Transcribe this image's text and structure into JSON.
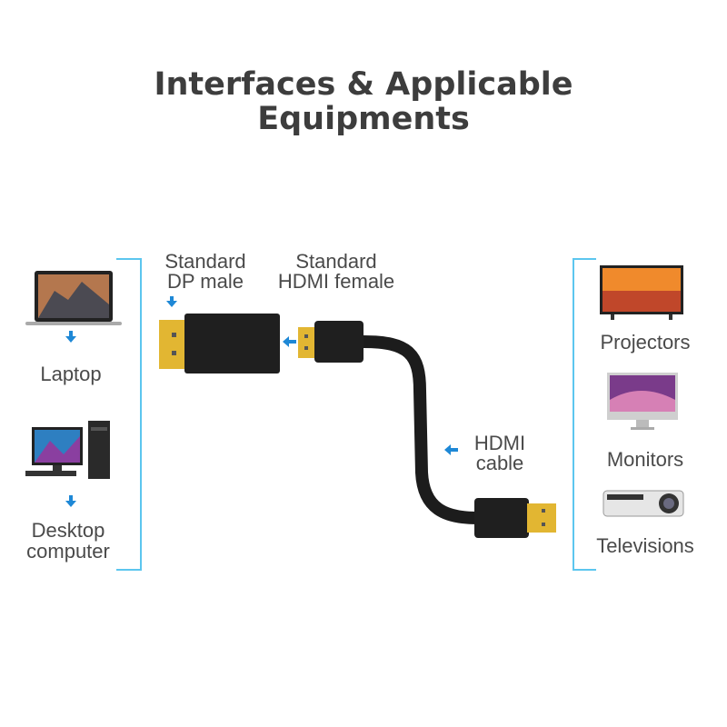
{
  "title": {
    "line1": "Interfaces & Applicable",
    "line2": "Equipments"
  },
  "connectors": {
    "dp_line1": "Standard",
    "dp_line2": "DP male",
    "hdmi_line1": "Standard",
    "hdmi_line2": "HDMI female",
    "cable_line1": "HDMI",
    "cable_line2": "cable"
  },
  "left_devices": [
    {
      "label": "Laptop",
      "icon": "laptop-icon"
    },
    {
      "label_line1": "Desktop",
      "label_line2": "computer",
      "icon": "desktop-computer-icon"
    }
  ],
  "right_devices": [
    {
      "label": "Projectors",
      "icon": "television-icon"
    },
    {
      "label": "Monitors",
      "icon": "monitor-icon"
    },
    {
      "label": "Televisions",
      "icon": "projector-icon"
    }
  ],
  "colors": {
    "bracket": "#5cc6ef",
    "arrow": "#1e88d6",
    "gold": "#e2b632",
    "plastic": "#1c1c1c"
  }
}
